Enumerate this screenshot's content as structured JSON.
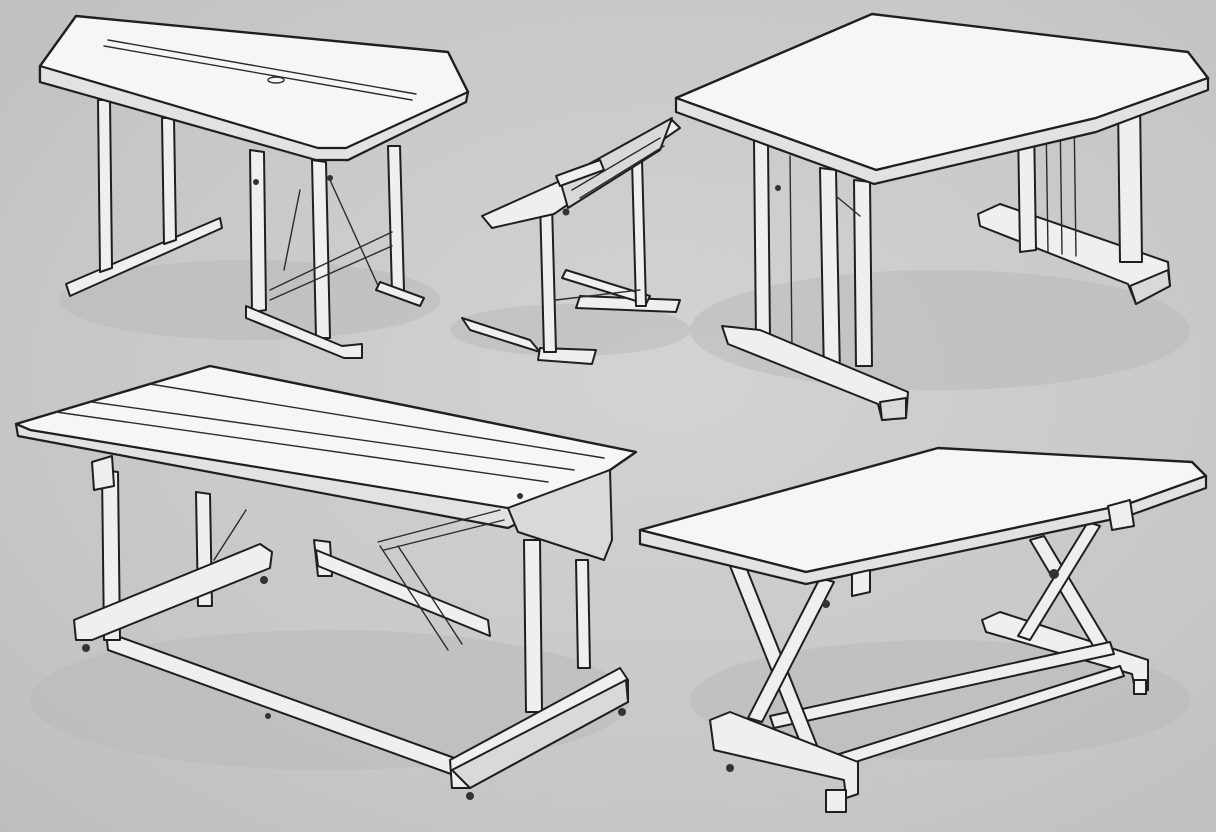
{
  "scene": {
    "style": "line-art illustration",
    "background_color": "#c9c9c9",
    "line_color": "#1f1f1f",
    "surface_color": "#f6f6f6",
    "objects": [
      {
        "id": "table-top-left",
        "kind": "folding table, two-piece top, T-legs"
      },
      {
        "id": "stand-top-middle",
        "kind": "folding frame / tilting stand"
      },
      {
        "id": "table-top-right",
        "kind": "rectangular table on sled base"
      },
      {
        "id": "table-bottom-left",
        "kind": "slatted-top table on wheeled frame"
      },
      {
        "id": "table-bottom-right",
        "kind": "folding table with X-legs"
      }
    ]
  }
}
